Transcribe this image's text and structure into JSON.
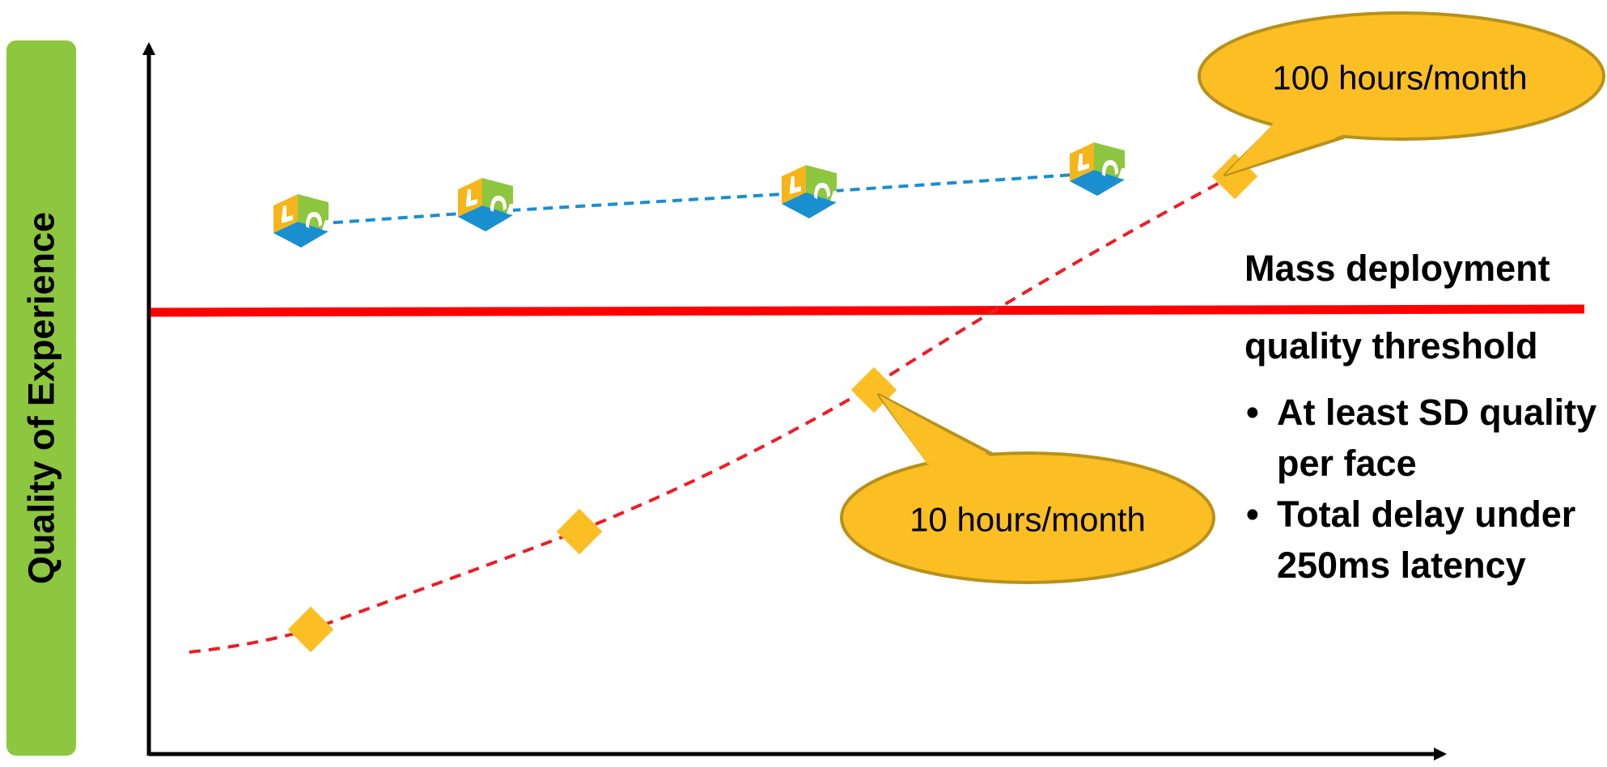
{
  "y_axis_label": "Quality of Experience",
  "threshold": {
    "title": "Mass deployment",
    "subtitle": "quality threshold",
    "bullets": [
      "At least SD quality per face",
      "Total delay under 250ms latency"
    ]
  },
  "callouts": [
    {
      "text": "100 hours/month"
    },
    {
      "text": "10 hours/month"
    }
  ],
  "icon_name": "green-blue-yellow-cube-icon",
  "colors": {
    "axis_label_bg": "#8dc63f",
    "threshold_line": "#ff0000",
    "rising_curve": "#ee1c24",
    "flat_line": "#1a8fd0",
    "callout_fill": "#fbbf24",
    "callout_stroke": "#b8911c",
    "diamond": "#fbbf24",
    "axis": "#000000"
  }
}
